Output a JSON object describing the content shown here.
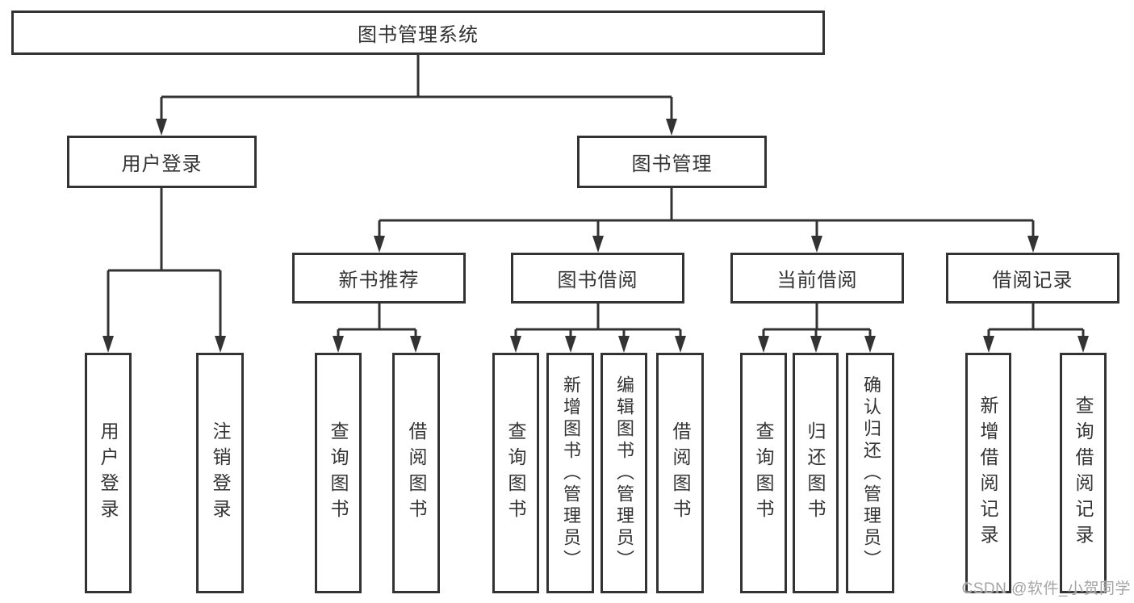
{
  "tree": {
    "label": "图书管理系统",
    "children": [
      {
        "label": "用户登录",
        "children": [
          {
            "label": "用户登录"
          },
          {
            "label": "注销登录"
          }
        ]
      },
      {
        "label": "图书管理",
        "children": [
          {
            "label": "新书推荐",
            "children": [
              {
                "label": "查询图书"
              },
              {
                "label": "借阅图书"
              }
            ]
          },
          {
            "label": "图书借阅",
            "children": [
              {
                "label": "查询图书"
              },
              {
                "label": "新增图书（管理员）"
              },
              {
                "label": "编辑图书（管理员）"
              },
              {
                "label": "借阅图书"
              }
            ]
          },
          {
            "label": "当前借阅",
            "children": [
              {
                "label": "查询图书"
              },
              {
                "label": "归还图书"
              },
              {
                "label": "确认归还（管理员）"
              }
            ]
          },
          {
            "label": "借阅记录",
            "children": [
              {
                "label": "新增借阅记录"
              },
              {
                "label": "查询借阅记录"
              }
            ]
          }
        ]
      }
    ]
  },
  "watermark": "CSDN @软件_小贺同学",
  "colors": {
    "line": "#333333",
    "box_border": "#333333",
    "text": "#333333",
    "background": "#ffffff",
    "watermark": "#a5a5a5"
  }
}
